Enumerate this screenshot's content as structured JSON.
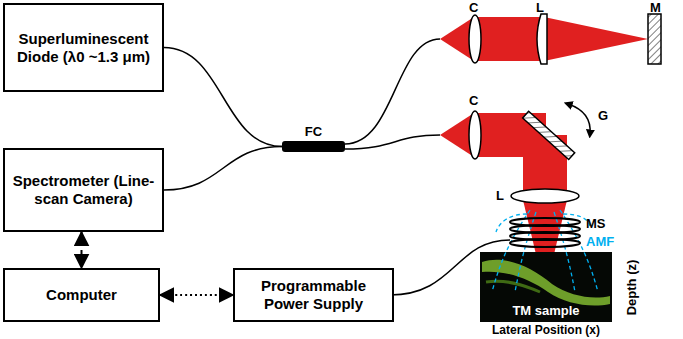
{
  "diagram": {
    "nodes": [
      {
        "text": [
          "Superluminescent Diode (λ0 ~1.3 μm)"
        ]
      },
      {
        "text": [
          "Spectrometer (Line-scan Camera)"
        ]
      },
      {
        "text": [
          "Computer"
        ]
      },
      {
        "text": [
          "Programmable Power Supply"
        ]
      },
      {
        "text": [
          "FC"
        ]
      }
    ],
    "edges": [
      {
        "from": 0,
        "to": 4,
        "arrow": "none"
      },
      {
        "from": 1,
        "to": 4,
        "arrow": "none"
      },
      {
        "from": 1,
        "to": 2,
        "arrow": "both"
      },
      {
        "from": 2,
        "to": 3,
        "arrow": "both"
      }
    ],
    "labels": [
      "C",
      "L",
      "M",
      "C",
      "G",
      "L",
      "MS",
      "AMF",
      "TM sample",
      "Depth (z)",
      "Lateral Position (x)"
    ]
  }
}
